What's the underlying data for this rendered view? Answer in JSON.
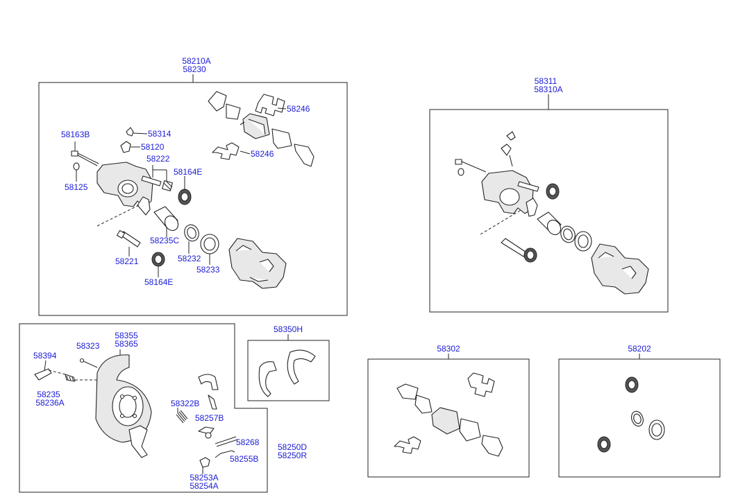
{
  "colors": {
    "label": "#1a1ad6",
    "line": "#222222",
    "background": "#ffffff"
  },
  "caliper_assembly_left": {
    "title_lines": [
      "58210A",
      "58230"
    ],
    "labels": {
      "pad_clip_upper": "58246",
      "pad_clip_lower": "58246",
      "bleeder_screw": "58163B",
      "bleeder_cap": "58314",
      "guide_rod_boot": "58120",
      "guide_rod_pin": "58222",
      "boot_right": "58164E",
      "bleeder_washer": "58125",
      "piston": "58235C",
      "bolt": "58221",
      "piston_seal": "58232",
      "piston_boot": "58233",
      "boot_lower": "58164E"
    }
  },
  "caliper_assembly_right": {
    "title_lines": [
      "58311",
      "58310A"
    ]
  },
  "parking_brake": {
    "labels": {
      "backing_plate": [
        "58355",
        "58365"
      ],
      "adjuster_pin": "58323",
      "lever": "58394",
      "strut": [
        "58235",
        "58236A"
      ],
      "spring": "58322B",
      "hold_down": "58257B",
      "spring_upper": "58268",
      "assembly": [
        "58250D",
        "58250R"
      ],
      "spring_lower": "58255B",
      "cup": [
        "58253A",
        "58254A"
      ]
    }
  },
  "shoe_kit": {
    "title": "58350H"
  },
  "pad_kit": {
    "title": "58302"
  },
  "seal_kit": {
    "title": "58202"
  }
}
